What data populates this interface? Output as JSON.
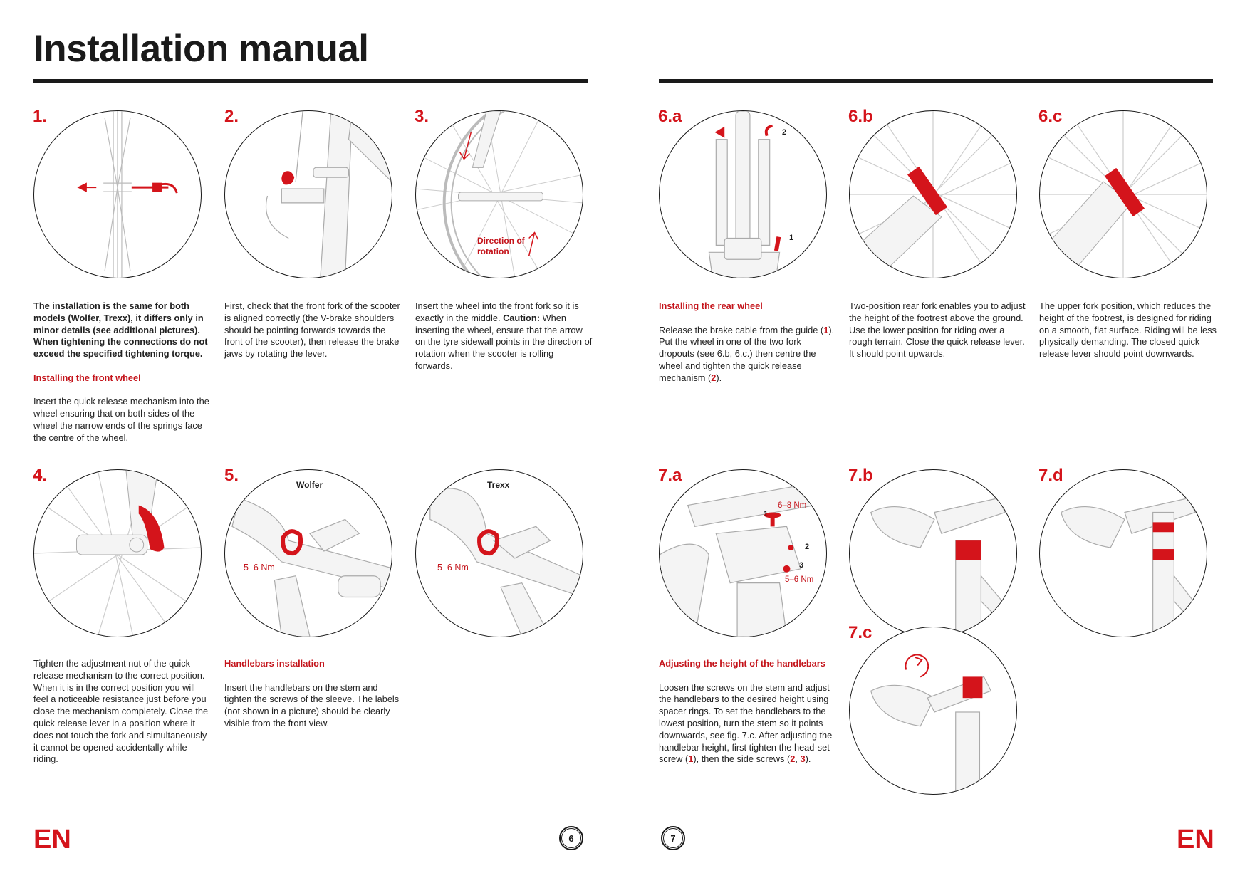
{
  "title": "Installation manual",
  "page_left": "6",
  "page_right": "7",
  "lang": "EN",
  "steps": {
    "s1": {
      "num": "1."
    },
    "s2": {
      "num": "2."
    },
    "s3": {
      "num": "3.",
      "label": "Direction of rotation"
    },
    "s4": {
      "num": "4."
    },
    "s5": {
      "num": "5.",
      "label_wolfer": "Wolfer",
      "label_trexx": "Trexx",
      "torque": "5–6 Nm"
    },
    "s6a": {
      "num": "6.a",
      "m1": "1",
      "m2": "2"
    },
    "s6b": {
      "num": "6.b"
    },
    "s6c": {
      "num": "6.c"
    },
    "s7a": {
      "num": "7.a",
      "torque1": "6–8 Nm",
      "torque2": "5–6 Nm",
      "m1": "1",
      "m2": "2",
      "m3": "3"
    },
    "s7b": {
      "num": "7.b"
    },
    "s7c": {
      "num": "7.c"
    },
    "s7d": {
      "num": "7.d"
    }
  },
  "text": {
    "intro_bold": "The installation is the same for both models (Wolfer, Trexx), it differs only in minor details (see additional pictures). When tightening the connections do not exceed the specified tightening torque.",
    "front_wheel_heading": "Installing the front wheel",
    "front_wheel_body": "Insert the quick release mechanism into the wheel ensuring that on both sides of the wheel the narrow ends of the springs face the centre of the wheel.",
    "step2": "First, check that the front fork of the scooter is aligned correctly (the V-brake shoulders should be pointing forwards towards the front of the scooter), then release the brake jaws by rotating the lever.",
    "step3_a": "Insert the wheel into the front fork so it is exactly in the middle.",
    "step3_caution": "Caution:",
    "step3_b": "When inserting the wheel, ensure that the arrow on the tyre sidewall points in the direction of rotation when the scooter is rolling forwards.",
    "rear_wheel_heading": "Installing the rear wheel",
    "rear_a": "Release the brake cable from the guide (",
    "rear_m1": "1",
    "rear_b": "). Put the wheel in one of the two fork dropouts (see 6.b, 6.c.) then centre the wheel and tighten the quick release mechanism (",
    "rear_m2": "2",
    "rear_c": ").",
    "step6b": "Two-position rear fork enables you to adjust the height of the footrest above the ground. Use the lower position for riding over a rough terrain. Close the quick release lever. It should point upwards.",
    "step6c": "The upper fork position, which reduces the height of the footrest, is designed for riding on a smooth, flat surface. Riding will be less physically demanding. The closed quick release lever should point downwards.",
    "step4": "Tighten the adjustment nut of the quick release mechanism to the correct position. When it is in the correct position you will feel a noticeable resistance just before you close the mechanism completely. Close the quick release lever in a position where it does not touch the fork and simultaneously it cannot be opened accidentally while riding.",
    "handlebars_heading": "Handlebars installation",
    "handlebars_body": "Insert the handlebars on the stem and tighten the screws of the sleeve. The labels (not shown in a picture) should be clearly visible from the front view.",
    "height_heading": "Adjusting the height of the handlebars",
    "height_a": "Loosen the screws on the stem and adjust the handlebars to the desired height using spacer rings. To set the handlebars to the lowest position, turn the stem so it points downwards, see fig. 7.c. After adjusting the handlebar height, first tighten the head-set screw (",
    "height_m1": "1",
    "height_b": "), then the side screws (",
    "height_m2": "2",
    "height_sep": ", ",
    "height_m3": "3",
    "height_c": ")."
  }
}
